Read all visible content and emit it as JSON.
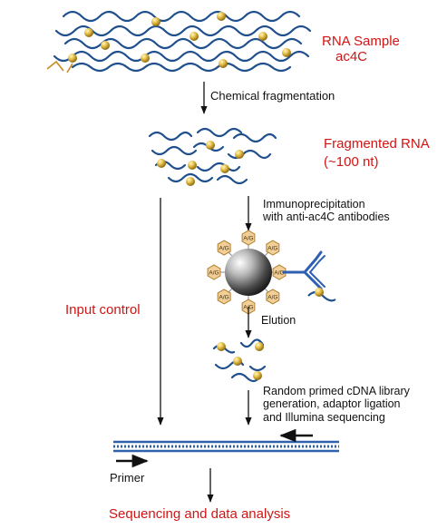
{
  "labels": {
    "rna_sample": "RNA Sample",
    "ac4c": "ac4C",
    "chemical_fragmentation": "Chemical fragmentation",
    "fragmented_rna": "Fragmented RNA",
    "fragment_length": "(~100 nt)",
    "immunoprecipitation": "Immunoprecipitation\nwith anti-ac4C antibodies",
    "elution": "Elution",
    "input_control": "Input control",
    "library_prep": "Random primed cDNA library\ngeneration, adaptor ligation\nand Illumina sequencing",
    "primer": "Primer",
    "sequencing_analysis": "Sequencing and data analysis"
  },
  "bead": {
    "ligand_label": "A/G"
  },
  "colors": {
    "rna_strand": "#1f4f8c",
    "ac4c_ball": "#d8b13a",
    "antibody": "#2f5fb3",
    "ligand_fill": "#f1cf97",
    "ligand_stroke": "#b07c2c",
    "label_red": "#d21414",
    "arrow": "#111111",
    "dna_blue": "#2e62ad"
  }
}
